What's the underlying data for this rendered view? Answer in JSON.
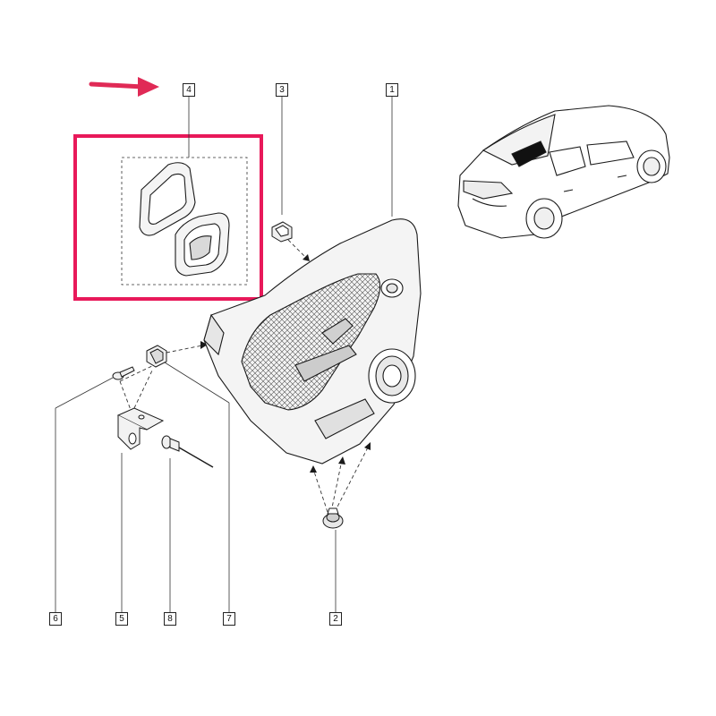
{
  "colors": {
    "line": "#1a1a1a",
    "highlight": "#e8195a",
    "arrow": "#e02a56",
    "part_fill": "#f4f4f4",
    "glass": "#111111"
  },
  "callouts": {
    "c1": "1",
    "c2": "2",
    "c3": "3",
    "c4": "4",
    "c5": "5",
    "c6": "6",
    "c7": "7",
    "c8": "8"
  }
}
